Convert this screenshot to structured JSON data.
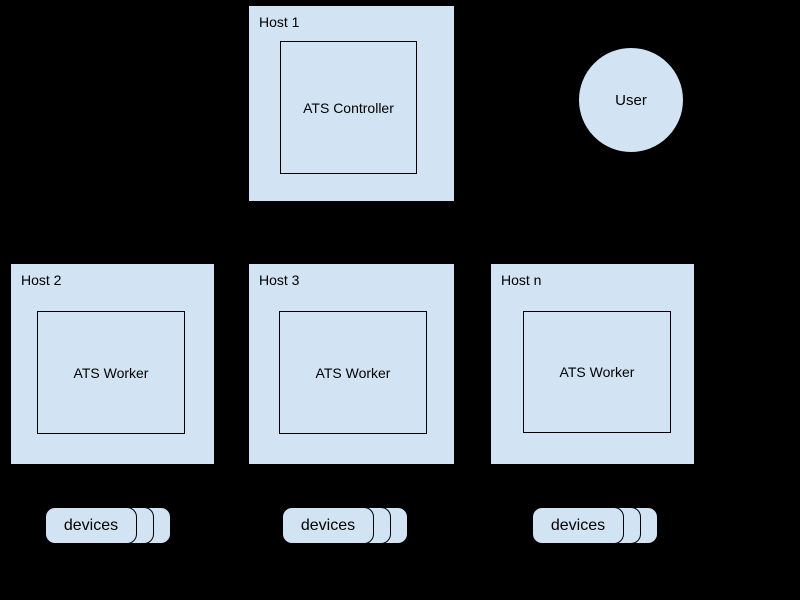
{
  "diagram": {
    "background_color": "#000000",
    "shape_fill_color": "#d2e3f3",
    "shape_border_color": "#000000",
    "nodes": {
      "host1": {
        "title": "Host 1",
        "child": "ATS Controller"
      },
      "user": {
        "label": "User"
      },
      "host2": {
        "title": "Host 2",
        "child": "ATS Worker"
      },
      "host3": {
        "title": "Host 3",
        "child": "ATS Worker"
      },
      "hostn": {
        "title": "Host n",
        "child": "ATS Worker"
      },
      "devices": [
        {
          "label": "devices"
        },
        {
          "label": "devices"
        },
        {
          "label": "devices"
        }
      ]
    }
  }
}
